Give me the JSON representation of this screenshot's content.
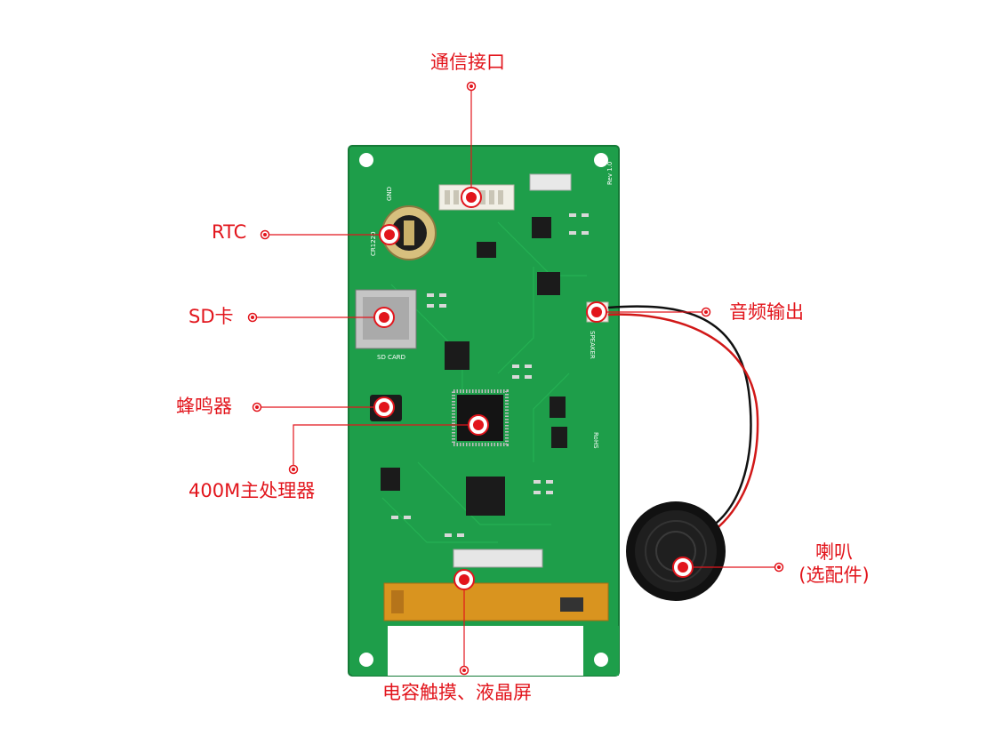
{
  "colors": {
    "accent": "#e2151c",
    "pcb": "#1e9e4a",
    "pcb_dark": "#157a37",
    "fpc": "#d9941f"
  },
  "labels": {
    "comm_port": "通信接口",
    "rtc": "RTC",
    "sd_card": "SD卡",
    "buzzer": "蜂鸣器",
    "processor": "400M主处理器",
    "audio_out": "音频输出",
    "speaker_line1": "喇叭",
    "speaker_line2": "(选配件)",
    "display": "电容触摸、液晶屏"
  },
  "silkscreen": {
    "battery_code": "CR1220",
    "sd_label": "SD CARD",
    "speaker_label": "SPEAKER",
    "revision": "Rev 1.0",
    "gnd": "GND",
    "rohs": "RoHS"
  }
}
